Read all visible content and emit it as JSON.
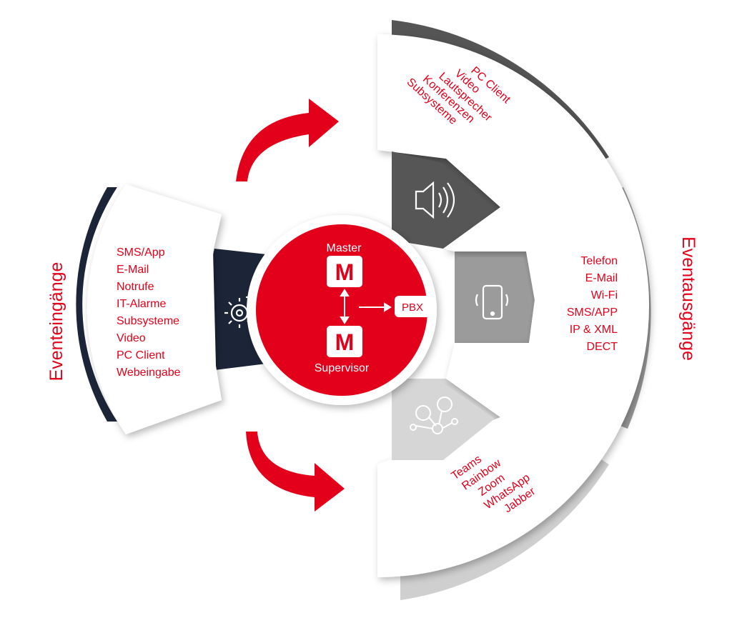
{
  "colors": {
    "red": "#e2001a",
    "navy": "#1c2538",
    "dark_gray": "#565656",
    "mid_gray": "#9b9b9b",
    "light_gray": "#d6d6d6",
    "panel": "#ffffff"
  },
  "center": {
    "master_label": "Master",
    "master_letter": "M",
    "supervisor_label": "Supervisor",
    "supervisor_letter": "M",
    "pbx_label": "PBX"
  },
  "inputs": {
    "title": "Eventeingänge",
    "icon": "gears-icon",
    "items": [
      "SMS/App",
      "E-Mail",
      "Notrufe",
      "IT-Alarme",
      "Subsysteme",
      "Video",
      "PC Client",
      "Webeingabe"
    ]
  },
  "outputs": {
    "title": "Eventausgänge",
    "groups": [
      {
        "icon": "speaker-icon",
        "items": [
          "PC Client",
          "Video",
          "Lautsprecher",
          "Konferenzen",
          "Subsysteme"
        ]
      },
      {
        "icon": "smartphone-icon",
        "items": [
          "Telefon",
          "E-Mail",
          "Wi-Fi",
          "SMS/APP",
          "IP & XML",
          "DECT"
        ]
      },
      {
        "icon": "network-people-icon",
        "items": [
          "Teams",
          "Rainbow",
          "Zoom",
          "WhatsApp",
          "Jabber"
        ]
      }
    ]
  }
}
